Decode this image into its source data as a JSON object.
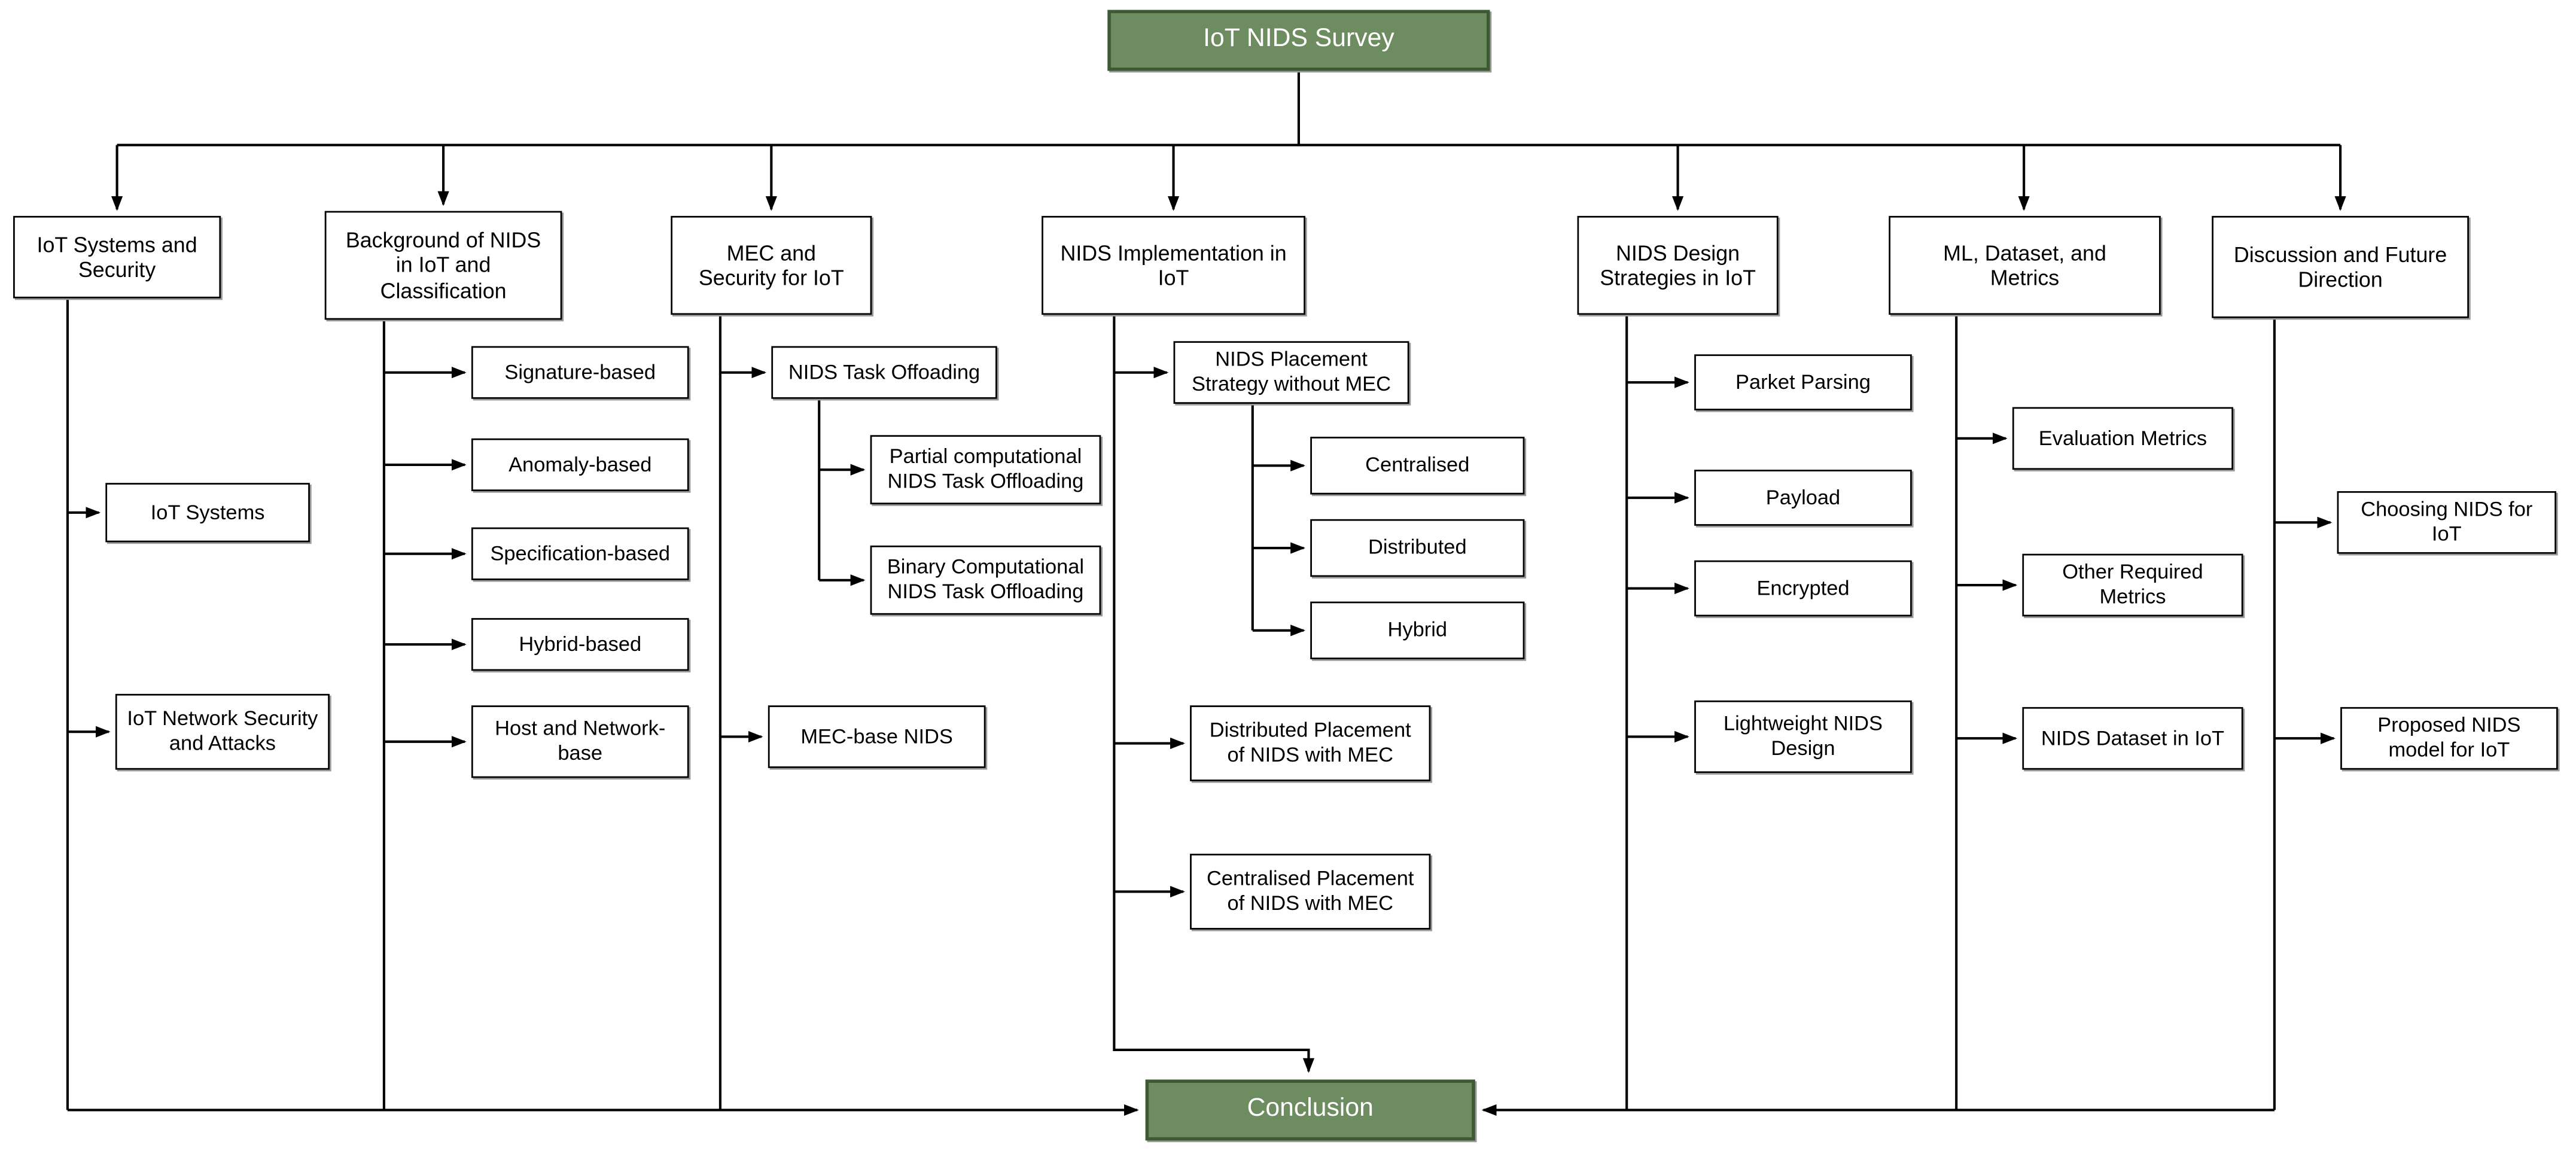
{
  "diagram": {
    "title": "IoT NIDS Survey",
    "type": "hierarchy-flowchart",
    "colors": {
      "accent_green_fill": "#6d8c5f",
      "accent_green_border": "#3c5a33",
      "box_fill": "#ffffff",
      "box_border": "#000000",
      "line": "#000000",
      "accent_text": "#ffffff",
      "text": "#000000",
      "background": "#ffffff"
    }
  },
  "nodes": {
    "root": {
      "label": "IoT NIDS Survey",
      "children": [
        "h1",
        "h2",
        "h3",
        "h4",
        "h5",
        "h6",
        "h7"
      ]
    },
    "h1": {
      "label": "IoT Systems and Security",
      "children": [
        "iot_systems",
        "iot_net_sec"
      ]
    },
    "h2": {
      "label": "Background of NIDS in IoT and Classification",
      "children": [
        "signature",
        "anomaly",
        "specification",
        "hybrid_based",
        "host_network"
      ]
    },
    "h3": {
      "label": "MEC and Security for IoT",
      "children": [
        "task_offloading",
        "mec_base_nids"
      ]
    },
    "h4": {
      "label": "NIDS Implementation in IoT",
      "children": [
        "placement_no_mec",
        "dist_placement_mec",
        "cent_placement_mec"
      ]
    },
    "h5": {
      "label": "NIDS Design Strategies in IoT",
      "children": [
        "parket",
        "payload",
        "encrypted",
        "lightweight"
      ]
    },
    "h6": {
      "label": "ML, Dataset, and Metrics",
      "children": [
        "eval_metrics",
        "other_metrics",
        "nids_dataset"
      ]
    },
    "h7": {
      "label": "Discussion and Future Direction",
      "children": [
        "choosing",
        "proposed"
      ]
    },
    "iot_systems": {
      "label": "IoT Systems"
    },
    "iot_net_sec": {
      "label": "IoT Network Security and Attacks"
    },
    "signature": {
      "label": "Signature-based"
    },
    "anomaly": {
      "label": "Anomaly-based"
    },
    "specification": {
      "label": "Specification-based"
    },
    "hybrid_based": {
      "label": "Hybrid-based"
    },
    "host_network": {
      "label": "Host and Network-base"
    },
    "task_offloading": {
      "label": "NIDS Task Offoading",
      "children": [
        "partial_offloading",
        "binary_offloading"
      ]
    },
    "partial_offloading": {
      "label": "Partial computational NIDS Task Offloading"
    },
    "binary_offloading": {
      "label": "Binary Computational NIDS Task Offloading"
    },
    "mec_base_nids": {
      "label": "MEC-base NIDS"
    },
    "placement_no_mec": {
      "label": "NIDS Placement Strategy without MEC",
      "children": [
        "centralised",
        "distributed",
        "hybrid"
      ]
    },
    "centralised": {
      "label": "Centralised"
    },
    "distributed": {
      "label": "Distributed"
    },
    "hybrid": {
      "label": "Hybrid"
    },
    "dist_placement_mec": {
      "label": "Distributed Placement of NIDS with MEC"
    },
    "cent_placement_mec": {
      "label": "Centralised Placement of NIDS with MEC"
    },
    "parket": {
      "label": "Parket Parsing"
    },
    "payload": {
      "label": "Payload"
    },
    "encrypted": {
      "label": "Encrypted"
    },
    "lightweight": {
      "label": "Lightweight NIDS Design"
    },
    "eval_metrics": {
      "label": "Evaluation Metrics"
    },
    "other_metrics": {
      "label": "Other Required Metrics"
    },
    "nids_dataset": {
      "label": "NIDS Dataset in IoT"
    },
    "choosing": {
      "label": "Choosing NIDS for IoT"
    },
    "proposed": {
      "label": "Proposed NIDS model for IoT"
    },
    "conclusion": {
      "label": "Conclusion"
    }
  }
}
